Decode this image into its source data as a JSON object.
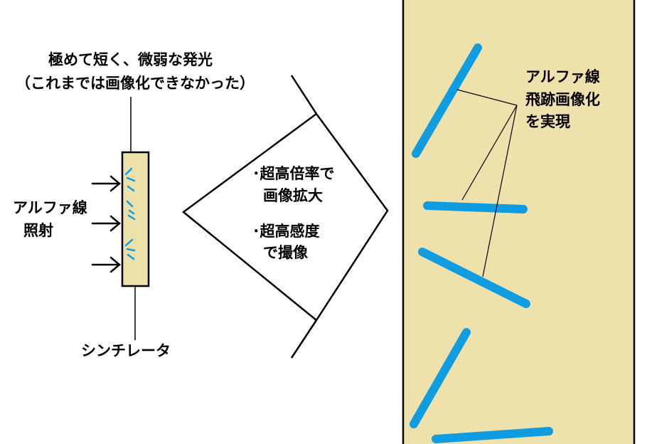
{
  "labels": {
    "faint_light_line1": "極めて短く、微弱な発光",
    "faint_light_line2": "（これまでは画像化できなかった）",
    "alpha_irradiation_line1": "アルファ線",
    "alpha_irradiation_line2": "照射",
    "scintillator": "シンチレータ",
    "lens_line1": "･超高倍率で",
    "lens_line2": "画像拡大",
    "lens_line3": "･超高感度",
    "lens_line4": "で撮像",
    "result_line1": "アルファ線",
    "result_line2": "飛跡画像化",
    "result_line3": "を実現"
  },
  "colors": {
    "track": "#0f9ce0",
    "scintillator_fill": "#eee0aa",
    "image_fill": "#efe1ac",
    "line": "#000000"
  },
  "icons": {
    "arrow": "right-arrow-icon",
    "flash": "light-flash-icon"
  }
}
